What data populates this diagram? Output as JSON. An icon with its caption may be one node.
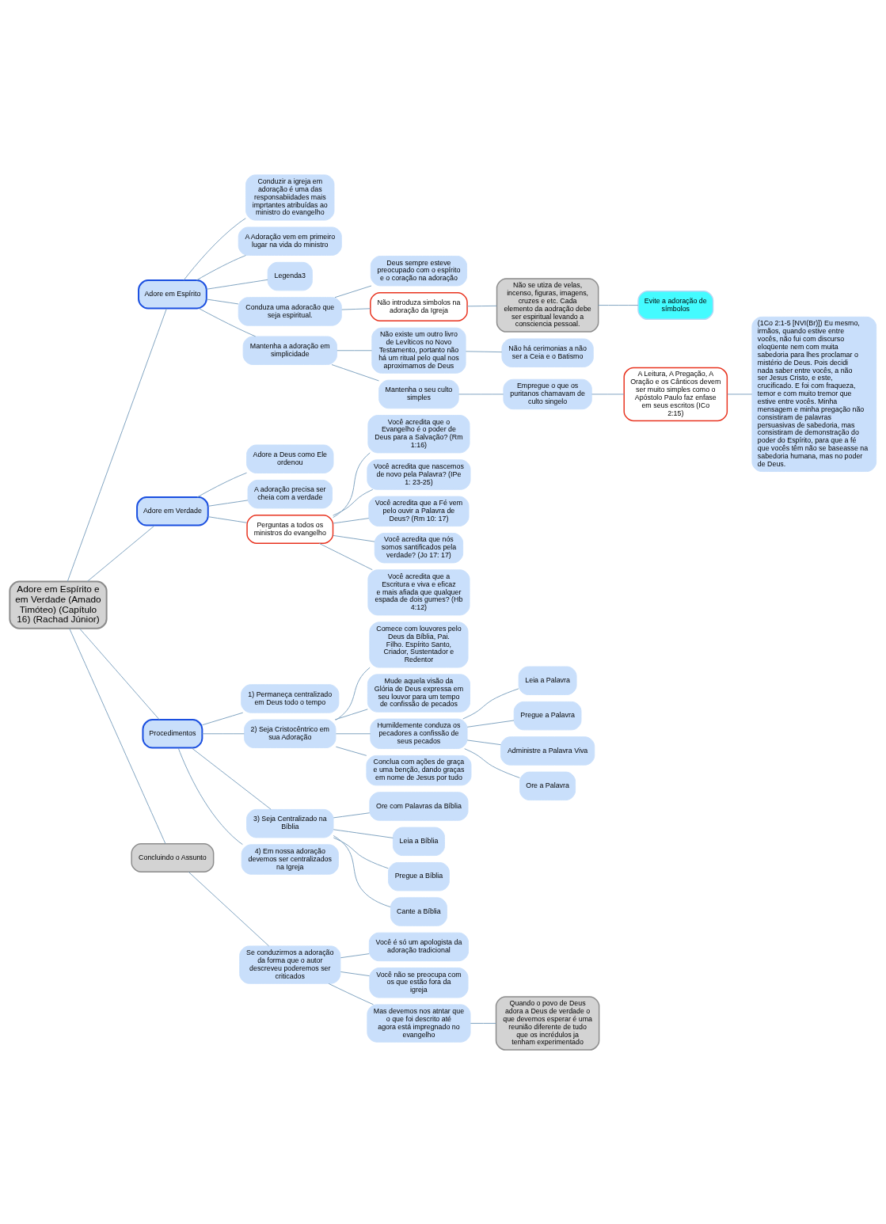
{
  "diagram": {
    "nodes": [
      {
        "text": [
          "Adore em Espírito e em Verdade (Amado Timóteo) (Capítulo 16) (Rachad Júnior)"
        ]
      },
      {
        "text": [
          "Adore em Espírito"
        ]
      },
      {
        "text": [
          "Conduzir a igreja em adoração é uma das responsabiidades mais imprtantes atribuídas ao ministro do evangelho"
        ]
      },
      {
        "text": [
          "A Adoração vem em primeiro lugar na vida do ministro"
        ]
      },
      {
        "text": [
          "Legenda3"
        ]
      },
      {
        "text": [
          "Conduza uma adoracão que seja espiritual."
        ]
      },
      {
        "text": [
          "Deus sempre esteve preocupado com o espírito e o coração na adoração"
        ]
      },
      {
        "text": [
          "Não introduza simbolos na adoração da Igreja"
        ]
      },
      {
        "text": [
          "Não se utiza de velas, incenso, figuras, imagens, cruzes e etc. Cada elemento da aodração debe ser espiritual levando a consciencia pessoal."
        ]
      },
      {
        "text": [
          "Evite a adoração de símbolos"
        ]
      },
      {
        "text": [
          "Mantenha a adoração em simplicidade"
        ]
      },
      {
        "text": [
          "Não existe um outro livro de Levíticos no Novo Testamento, portanto não há um ritual pelo qual nos aproximamos de Deus"
        ]
      },
      {
        "text": [
          "Não há cerimonias a não ser a Ceia e o Batismo"
        ]
      },
      {
        "text": [
          "Mantenha o seu culto simples"
        ]
      },
      {
        "text": [
          "Empregue o que os puritanos chamavam de culto singelo"
        ]
      },
      {
        "text": [
          "A Leitura, A Pregação, A Oração e os Cânticos devem ser muito simples como o Apóstolo Paulo faz enfase em seus escritos (ICo 2:15)"
        ]
      },
      {
        "text": [
          "(1Co 2:1-5 [NVI(Br)]) Eu mesmo, irmãos, quando estive entre vocês, não fui com discurso eloqüente nem com muita sabedoria para lhes proclamar o mistério de Deus. Pois decidi nada saber entre vocês, a não ser Jesus Cristo, e este, crucificado. E foi com fraqueza, temor e com muito tremor que estive entre vocês. Minha mensagem e minha pregação não consistiram de palavras persuasivas de sabedoria, mas consistiram de demonstração do poder do Espírito, para que a fé que vocês têm não se baseasse na sabedoria humana, mas no poder de Deus."
        ]
      },
      {
        "text": [
          "Adore em Verdade"
        ]
      },
      {
        "text": [
          "Adore a Deus como Ele ordenou"
        ]
      },
      {
        "text": [
          "A adoração precisa ser cheia com a verdade"
        ]
      },
      {
        "text": [
          "Perguntas a todos os ministros do evangelho"
        ]
      },
      {
        "text": [
          "Você acredita que o Evangelho é o poder de Deus para a Salvação? (Rm 1:16)"
        ]
      },
      {
        "text": [
          "Você acredita que nascemos de novo pela Palavra? (IPe 1: 23-25)"
        ]
      },
      {
        "text": [
          "Você acredita que a Fé vem pelo ouvir a Palavra de Deus? (Rm 10: 17)"
        ]
      },
      {
        "text": [
          "Você acredita que nós somos santificados pela verdade? (Jo 17: 17)"
        ]
      },
      {
        "text": [
          "Você acredita que a Escritura e viva e eficaz e mais afiada que qualquer espada de dois gumes? (Hb 4:12)"
        ]
      },
      {
        "text": [
          "Procedimentos"
        ]
      },
      {
        "text": [
          "1) Permaneça centralizado em Deus todo o tempo"
        ]
      },
      {
        "text": [
          "2) Seja Cristocêntrico em sua Adoração"
        ]
      },
      {
        "text": [
          "Comece com louvores pelo Deus da Bíblia, Pai. Filho. Espírito Santo, Criador, Sustentador e Redentor"
        ]
      },
      {
        "text": [
          "Mude aquela visão da Glória de Deus expressa em seu louvor para um tempo de confissão de pecados"
        ]
      },
      {
        "text": [
          "Humildemente conduza os pecadores a confissão de seus pecados"
        ]
      },
      {
        "text": [
          "Leia a Palavra"
        ]
      },
      {
        "text": [
          "Pregue a Palavra"
        ]
      },
      {
        "text": [
          "Administre a Palavra Viva"
        ]
      },
      {
        "text": [
          "Ore a Palavra"
        ]
      },
      {
        "text": [
          "Conclua com ações de graça e uma benção, dando graças em nome de Jesus por tudo"
        ]
      },
      {
        "text": [
          "3) Seja Centralizado na Bíblia"
        ]
      },
      {
        "text": [
          "Ore com Palavras da Bíblia"
        ]
      },
      {
        "text": [
          "Leia a Bíblia"
        ]
      },
      {
        "text": [
          "Pregue a Bíblia"
        ]
      },
      {
        "text": [
          "Cante a Bíblia"
        ]
      },
      {
        "text": [
          "4) Em nossa adoração devemos ser centralizados na Igreja"
        ]
      },
      {
        "text": [
          "Concluindo o Assunto"
        ]
      },
      {
        "text": [
          "Se conduzirmos a adoração da forma que o autor descreveu poderemos ser criticados"
        ]
      },
      {
        "text": [
          "Você é só um apologista da adoração tradicional"
        ]
      },
      {
        "text": [
          "Você não se preocupa com os que estão fora da igreja"
        ]
      },
      {
        "text": [
          "Mas devemos nos atntar que o que foi descrito até agora está impregnado no evangelho"
        ]
      },
      {
        "text": [
          "Quando o povo de Deus adora a Deus de verdade o que devemos esperar é uma reunião diferente de tudo que os incrédulos ja tenham experimentado"
        ]
      }
    ],
    "edges": [
      {
        "from": 0,
        "to": 1,
        "arrow": "none"
      },
      {
        "from": 1,
        "to": 2,
        "arrow": "none"
      },
      {
        "from": 1,
        "to": 3,
        "arrow": "none"
      },
      {
        "from": 1,
        "to": 4,
        "arrow": "none"
      },
      {
        "from": 1,
        "to": 5,
        "arrow": "none"
      },
      {
        "from": 5,
        "to": 6,
        "arrow": "none"
      },
      {
        "from": 5,
        "to": 7,
        "arrow": "none"
      },
      {
        "from": 7,
        "to": 8,
        "arrow": "none"
      },
      {
        "from": 8,
        "to": 9,
        "arrow": "none"
      },
      {
        "from": 1,
        "to": 10,
        "arrow": "none"
      },
      {
        "from": 10,
        "to": 11,
        "arrow": "none"
      },
      {
        "from": 11,
        "to": 12,
        "arrow": "none"
      },
      {
        "from": 10,
        "to": 13,
        "arrow": "none"
      },
      {
        "from": 13,
        "to": 14,
        "arrow": "none"
      },
      {
        "from": 14,
        "to": 15,
        "arrow": "none"
      },
      {
        "from": 15,
        "to": 16,
        "arrow": "none"
      },
      {
        "from": 0,
        "to": 17,
        "arrow": "none"
      },
      {
        "from": 17,
        "to": 18,
        "arrow": "none"
      },
      {
        "from": 17,
        "to": 19,
        "arrow": "none"
      },
      {
        "from": 17,
        "to": 20,
        "arrow": "none"
      },
      {
        "from": 20,
        "to": 21,
        "arrow": "none"
      },
      {
        "from": 20,
        "to": 22,
        "arrow": "none"
      },
      {
        "from": 20,
        "to": 23,
        "arrow": "none"
      },
      {
        "from": 20,
        "to": 24,
        "arrow": "none"
      },
      {
        "from": 20,
        "to": 25,
        "arrow": "none"
      },
      {
        "from": 0,
        "to": 26,
        "arrow": "none"
      },
      {
        "from": 26,
        "to": 27,
        "arrow": "none"
      },
      {
        "from": 26,
        "to": 28,
        "arrow": "none"
      },
      {
        "from": 28,
        "to": 29,
        "arrow": "none"
      },
      {
        "from": 28,
        "to": 30,
        "arrow": "none"
      },
      {
        "from": 28,
        "to": 31,
        "arrow": "none"
      },
      {
        "from": 31,
        "to": 32,
        "arrow": "none"
      },
      {
        "from": 31,
        "to": 33,
        "arrow": "none"
      },
      {
        "from": 31,
        "to": 34,
        "arrow": "none"
      },
      {
        "from": 31,
        "to": 35,
        "arrow": "none"
      },
      {
        "from": 28,
        "to": 36,
        "arrow": "none"
      },
      {
        "from": 26,
        "to": 37,
        "arrow": "none"
      },
      {
        "from": 37,
        "to": 38,
        "arrow": "none"
      },
      {
        "from": 37,
        "to": 39,
        "arrow": "none"
      },
      {
        "from": 37,
        "to": 40,
        "arrow": "none"
      },
      {
        "from": 37,
        "to": 41,
        "arrow": "none"
      },
      {
        "from": 26,
        "to": 42,
        "arrow": "none"
      },
      {
        "from": 0,
        "to": 43,
        "arrow": "none"
      },
      {
        "from": 43,
        "to": 44,
        "arrow": "none"
      },
      {
        "from": 44,
        "to": 45,
        "arrow": "none"
      },
      {
        "from": 44,
        "to": 46,
        "arrow": "none"
      },
      {
        "from": 44,
        "to": 47,
        "arrow": "none"
      },
      {
        "from": 47,
        "to": 48,
        "arrow": "none"
      }
    ]
  }
}
